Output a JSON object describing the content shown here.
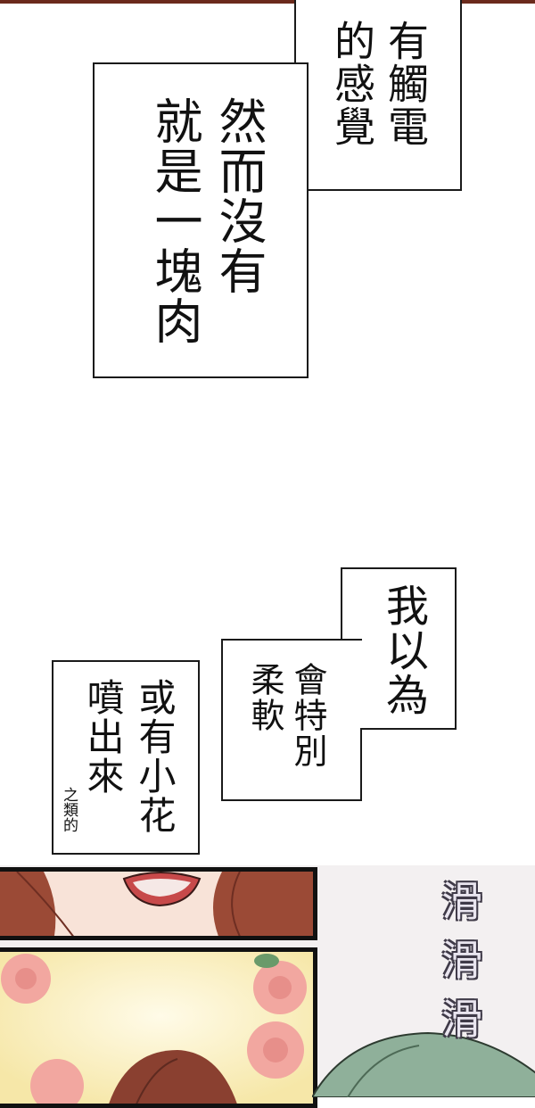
{
  "bubbles": {
    "upper": {
      "col1": "有觸電",
      "col2": "的感覺",
      "col3": "然而沒有",
      "col4": "就是一塊肉"
    },
    "middle": {
      "col1": "我以為",
      "col2": "會特別",
      "col3": "柔軟"
    },
    "lower": {
      "col1": "或有小花",
      "col2": "噴出來",
      "small": "之類的"
    }
  },
  "sfx": {
    "text": "滑滑滑"
  },
  "colors": {
    "top_strip": "#6b2a1c",
    "panel_border": "#111111",
    "hair": "#8a4030",
    "skin": "#f7dfd3",
    "rose": "#f2a7a0",
    "leaf": "#6a9a6a"
  }
}
